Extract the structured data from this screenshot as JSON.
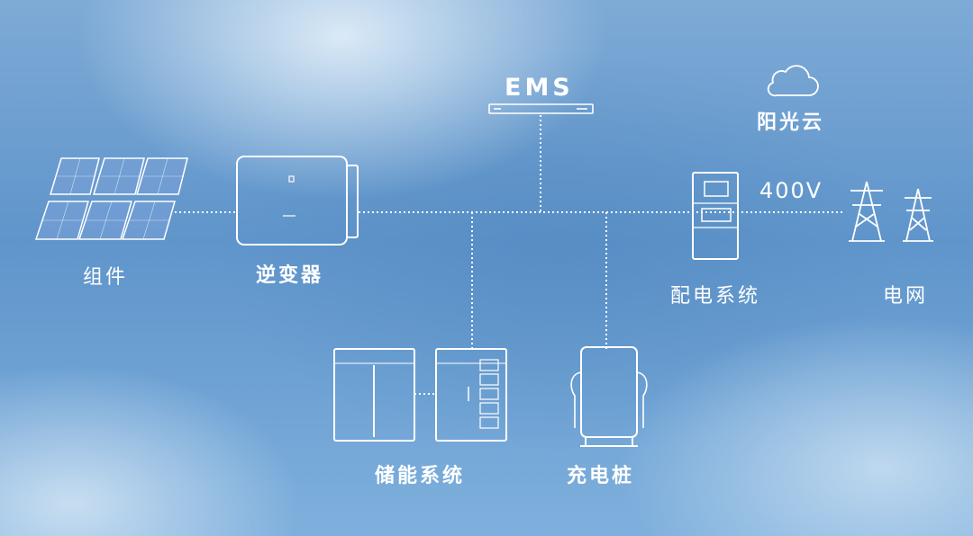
{
  "nodes": {
    "components": "组件",
    "inverter": "逆变器",
    "ems": "EMS",
    "cloud": "阳光云",
    "voltage": "400V",
    "distribution": "配电系统",
    "grid": "电网",
    "storage": "储能系统",
    "charger": "充电桩"
  },
  "icons": [
    "solar-panels-icon",
    "inverter-icon",
    "ems-rack-icon",
    "cloud-icon",
    "distribution-cabinet-icon",
    "transmission-tower-icon",
    "battery-cabinet-icon",
    "ev-charger-icon"
  ],
  "colors": {
    "line": "#ffffff",
    "background": "#6a9fd0"
  }
}
